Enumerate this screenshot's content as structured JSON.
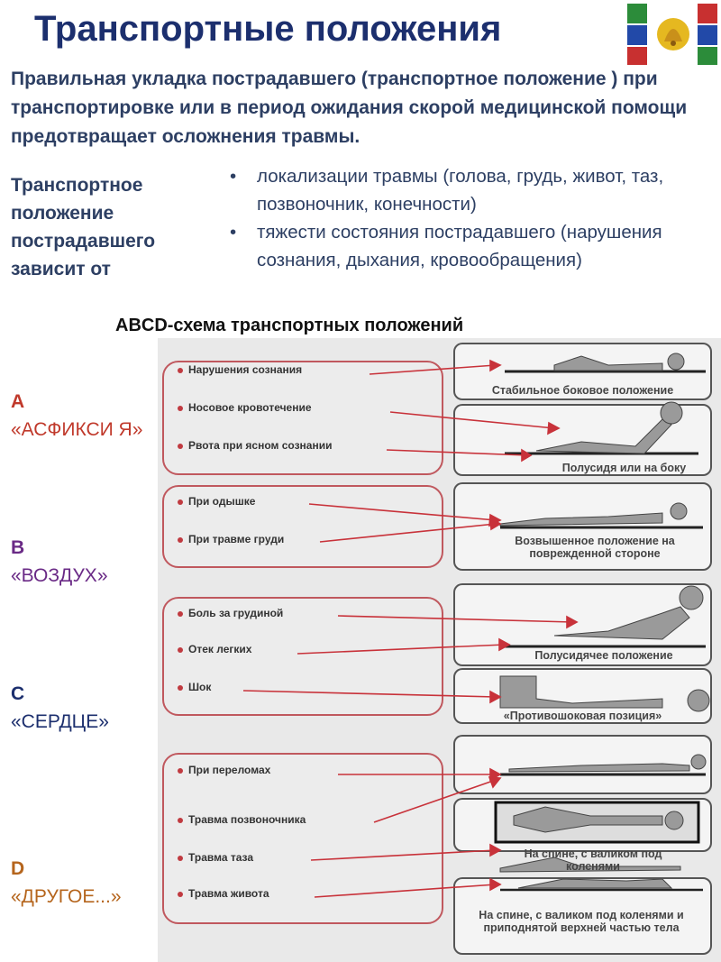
{
  "title": "Транспортные положения",
  "intro": "Правильная укладка пострадавшего  (транспортное положение ) при транспортировке  или в период  ожидания скорой медицинской помощи предотвращает осложнения травмы.",
  "depends": "Транспортное положение пострадавшего зависит от",
  "factors": [
    "локализации травмы (голова, грудь, живот, таз, позвоночник, конечности)",
    "тяжести состояния пострадавшего (нарушения сознания, дыхания, кровообращения)"
  ],
  "scheme_title": "ABCD-схема транспортных положений",
  "categories": [
    {
      "letter": "A",
      "name": "«АСФИКСИ Я»",
      "color": "#c0392b"
    },
    {
      "letter": "B",
      "name": "«ВОЗДУХ»",
      "color": "#6a2a86"
    },
    {
      "letter": "C",
      "name": "«СЕРДЦЕ»",
      "color": "#1c2f6e"
    },
    {
      "letter": "D",
      "name": "«ДРУГОЕ...»",
      "color": "#b5651d"
    }
  ],
  "conditions": [
    "Нарушения сознания",
    "Носовое кровотечение",
    "Рвота при ясном сознании",
    "При одышке",
    "При травме груди",
    "Боль за грудиной",
    "Отек легких",
    "Шок",
    "При переломах",
    "Травма позвоночника",
    "Травма таза",
    "Травма живота"
  ],
  "positions": [
    "Стабильное боковое положение",
    "Полусидя или на боку",
    "Возвышенное положение на поврежденной стороне",
    "Полусидячее положение",
    "«Противошоковая позиция»",
    "",
    "",
    "На спине, с валиком под коленями",
    "На спине, с валиком под коленями и приподнятой верхней частью тела"
  ],
  "colors": {
    "title": "#1c2f6e",
    "text": "#2d3f63",
    "arrow": "#c8323a",
    "group_border": "#c0585e"
  }
}
